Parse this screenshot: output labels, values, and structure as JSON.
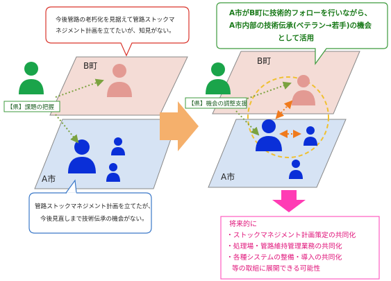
{
  "left": {
    "b_callout": [
      "今後管路の老朽化を見据えて管路ストックマ",
      "ネジメント計画を立てたいが、知見がない。"
    ],
    "b_town": "B町",
    "a_city": "A市",
    "tag": "【県】課題の把握",
    "a_callout": [
      "管路ストックマネジメント計画を立てたが、",
      "今後見直しまで技術伝承の機会がない。"
    ]
  },
  "right": {
    "green_callout": [
      "A市がB町に技術的フォローを行いながら、",
      "A市内部の技術伝承(ベテラン→若手)の機会",
      "として活用"
    ],
    "b_town": "B町",
    "a_city": "A市",
    "tag": "【県】機会の調整支援"
  },
  "future": {
    "title": "将来的に",
    "items": [
      "・ストックマネジメント計画策定の共同化",
      "・処理場・管路維持管理業務の共同化",
      "・各種システムの整備・導入の共同化",
      "等の取組に展開できる可能性"
    ]
  },
  "colors": {
    "green_person": "#1aa44a",
    "blue_person": "#0a2fd8",
    "pink_person": "#e39a93",
    "b_plane": "#f4dcd6",
    "a_plane": "#d6e3f4",
    "orange_arrow": "#f5b06c",
    "pink_arrow": "#ff3cb4",
    "dotted_green": "#7ba23f",
    "dotted_orange": "#f07a1c",
    "circle_yellow": "#f0c030"
  }
}
